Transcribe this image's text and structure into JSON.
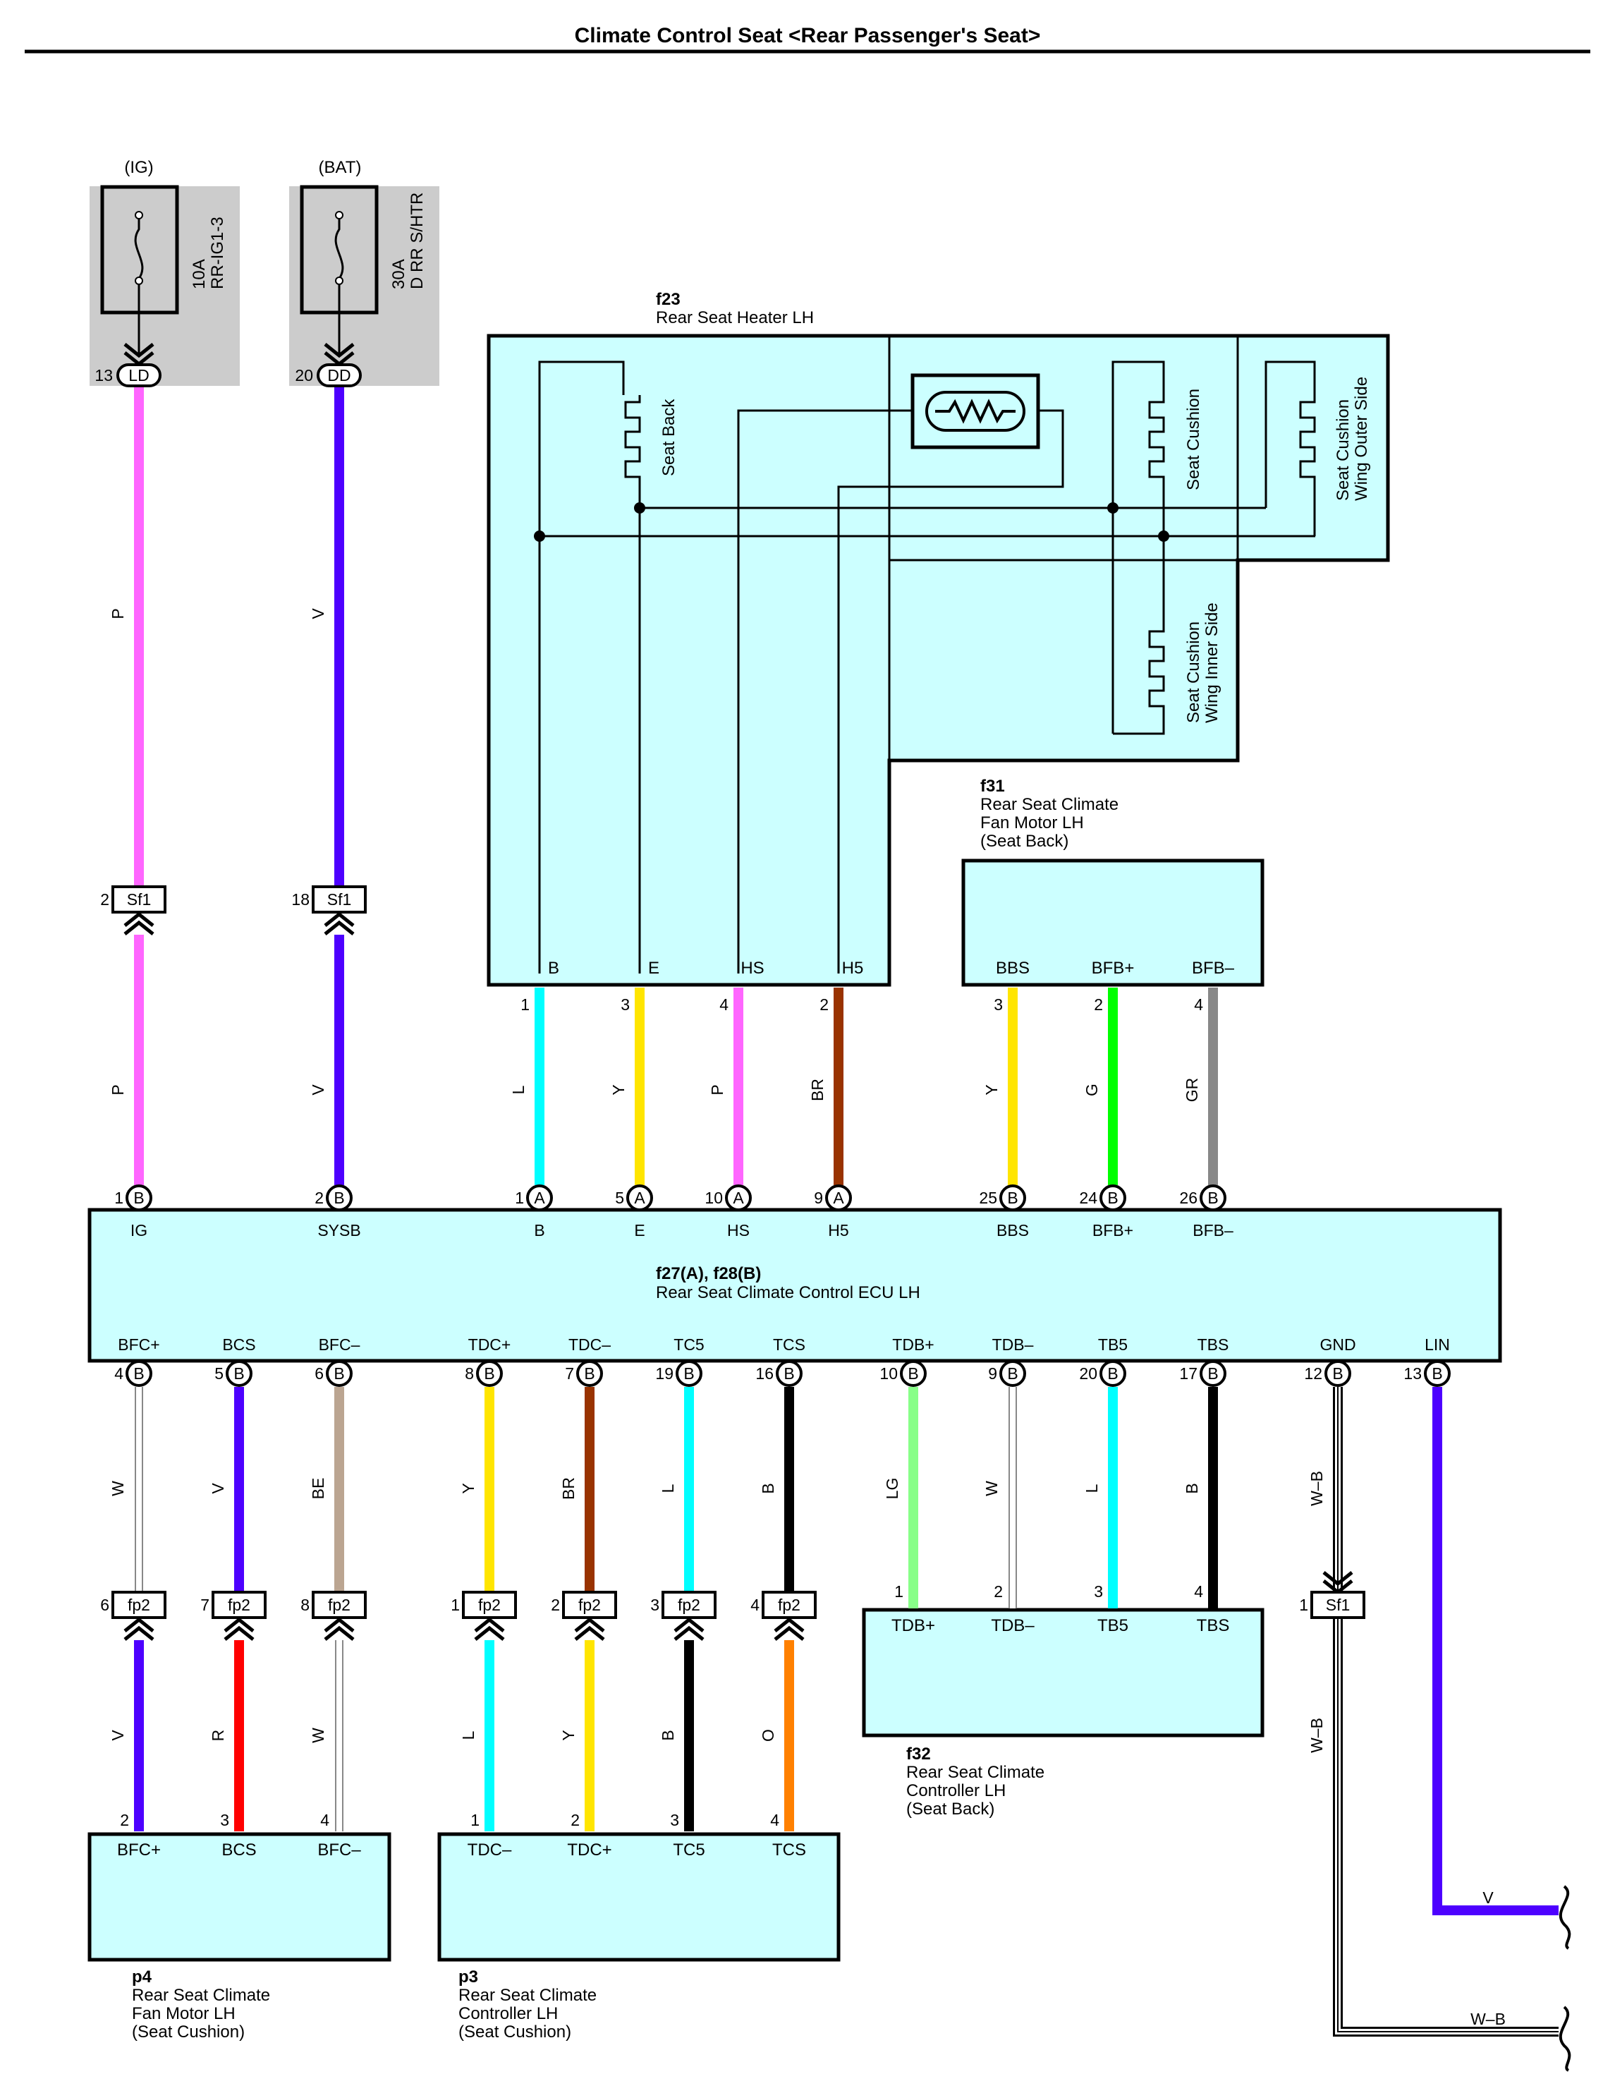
{
  "title": "Climate Control Seat <Rear Passenger's Seat>",
  "fuses": [
    {
      "source": "(IG)",
      "rating": "10A",
      "name": "RR-IG1-3",
      "pin": "13",
      "connector": "LD"
    },
    {
      "source": "(BAT)",
      "rating": "30A",
      "name": "D RR S/HTR",
      "pin": "20",
      "connector": "DD"
    }
  ],
  "heater": {
    "id": "f23",
    "name": "Rear Seat Heater LH",
    "elements": [
      "Seat Back",
      "Seat Cushion",
      "Seat Cushion",
      "Wing Outer Side",
      "Seat Cushion",
      "Wing Inner Side"
    ],
    "terminals": [
      "B",
      "E",
      "HS",
      "H5"
    ],
    "pins": [
      "1",
      "3",
      "4",
      "2"
    ],
    "colors": [
      "L",
      "Y",
      "P",
      "BR"
    ]
  },
  "fan_back": {
    "id": "f31",
    "lines": [
      "Rear Seat Climate",
      "Fan Motor LH",
      "(Seat Back)"
    ],
    "terminals": [
      "BBS",
      "BFB+",
      "BFB–"
    ],
    "pins": [
      "3",
      "2",
      "4"
    ],
    "colors": [
      "Y",
      "G",
      "GR"
    ]
  },
  "sf1_junction": {
    "name": "Sf1",
    "pins": [
      "2",
      "18",
      "1"
    ]
  },
  "ecu": {
    "id": "f27(A), f28(B)",
    "name": "Rear Seat Climate Control ECU LH",
    "top_pins": [
      {
        "pin": "1",
        "conn": "B",
        "label": "IG"
      },
      {
        "pin": "2",
        "conn": "B",
        "label": "SYSB"
      },
      {
        "pin": "1",
        "conn": "A",
        "label": "B"
      },
      {
        "pin": "5",
        "conn": "A",
        "label": "E"
      },
      {
        "pin": "10",
        "conn": "A",
        "label": "HS"
      },
      {
        "pin": "9",
        "conn": "A",
        "label": "H5"
      },
      {
        "pin": "25",
        "conn": "B",
        "label": "BBS"
      },
      {
        "pin": "24",
        "conn": "B",
        "label": "BFB+"
      },
      {
        "pin": "26",
        "conn": "B",
        "label": "BFB–"
      }
    ],
    "bottom_pins": [
      {
        "pin": "4",
        "conn": "B",
        "label": "BFC+",
        "color": "W"
      },
      {
        "pin": "5",
        "conn": "B",
        "label": "BCS",
        "color": "V"
      },
      {
        "pin": "6",
        "conn": "B",
        "label": "BFC–",
        "color": "BE"
      },
      {
        "pin": "8",
        "conn": "B",
        "label": "TDC+",
        "color": "Y"
      },
      {
        "pin": "7",
        "conn": "B",
        "label": "TDC–",
        "color": "BR"
      },
      {
        "pin": "19",
        "conn": "B",
        "label": "TC5",
        "color": "L"
      },
      {
        "pin": "16",
        "conn": "B",
        "label": "TCS",
        "color": "B"
      },
      {
        "pin": "10",
        "conn": "B",
        "label": "TDB+",
        "color": "LG"
      },
      {
        "pin": "9",
        "conn": "B",
        "label": "TDB–",
        "color": "W"
      },
      {
        "pin": "20",
        "conn": "B",
        "label": "TB5",
        "color": "L"
      },
      {
        "pin": "17",
        "conn": "B",
        "label": "TBS",
        "color": "B"
      },
      {
        "pin": "12",
        "conn": "B",
        "label": "GND",
        "color": "W–B"
      },
      {
        "pin": "13",
        "conn": "B",
        "label": "LIN",
        "color": "V"
      }
    ]
  },
  "top_wire_colors": [
    "P",
    "V",
    "P",
    "V"
  ],
  "fp2_junction": {
    "name": "fp2",
    "pins": [
      "6",
      "7",
      "8",
      "1",
      "2",
      "3",
      "4"
    ],
    "lower_colors": [
      "V",
      "R",
      "W",
      "L",
      "Y",
      "B",
      "O"
    ]
  },
  "controller_back": {
    "id": "f32",
    "lines": [
      "Rear Seat Climate",
      "Controller LH",
      "(Seat Back)"
    ],
    "pins": [
      "1",
      "2",
      "3",
      "4"
    ],
    "terminals": [
      "TDB+",
      "TDB–",
      "TB5",
      "TBS"
    ]
  },
  "sf1_lower": {
    "pin": "1",
    "name": "Sf1",
    "color": "W–B"
  },
  "fan_cushion": {
    "id": "p4",
    "lines": [
      "Rear Seat Climate",
      "Fan Motor LH",
      "(Seat Cushion)"
    ],
    "pins": [
      "2",
      "3",
      "4"
    ],
    "terminals": [
      "BFC+",
      "BCS",
      "BFC–"
    ]
  },
  "controller_cushion": {
    "id": "p3",
    "lines": [
      "Rear Seat Climate",
      "Controller LH",
      "(Seat Cushion)"
    ],
    "pins": [
      "1",
      "2",
      "3",
      "4"
    ],
    "terminals": [
      "TDC–",
      "TDC+",
      "TC5",
      "TCS"
    ]
  },
  "exits": [
    {
      "label": "V"
    },
    {
      "label": "W–B"
    }
  ],
  "wire_hex": {
    "P": "#ff66ff",
    "V": "#4d00ff",
    "L": "#00ffff",
    "Y": "#ffe500",
    "BR": "#993300",
    "G": "#00ff00",
    "GR": "#888888",
    "W": "#ffffff",
    "BE": "#bba591",
    "LG": "#88ff88",
    "B": "#000000",
    "R": "#ff0000",
    "O": "#ff8000",
    "box": "#ccffff",
    "fusebg": "#cccccc"
  }
}
